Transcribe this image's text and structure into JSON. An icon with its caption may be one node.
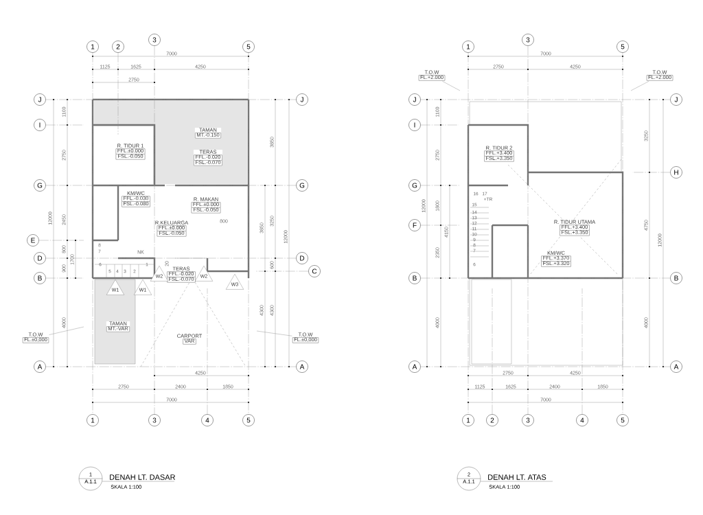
{
  "diagram": {
    "nodes": [
      {
        "text": [
          "1"
        ]
      },
      {
        "text": [
          "2"
        ]
      },
      {
        "text": [
          "3"
        ]
      },
      {
        "text": [
          "5"
        ]
      },
      {
        "text": [
          "J"
        ]
      },
      {
        "text": [
          "J"
        ]
      },
      {
        "text": [
          "I"
        ]
      },
      {
        "text": [
          "G"
        ]
      },
      {
        "text": [
          "G"
        ]
      },
      {
        "text": [
          "E"
        ]
      },
      {
        "text": [
          "D"
        ]
      },
      {
        "text": [
          "D"
        ]
      },
      {
        "text": [
          "C"
        ]
      },
      {
        "text": [
          "B"
        ]
      },
      {
        "text": [
          "A"
        ]
      },
      {
        "text": [
          "A"
        ]
      },
      {
        "text": [
          "1"
        ]
      },
      {
        "text": [
          "3"
        ]
      },
      {
        "text": [
          "4"
        ]
      },
      {
        "text": [
          "5"
        ]
      },
      {
        "text": [
          "TAMAN",
          "MT.-0.150"
        ]
      },
      {
        "text": [
          "TERAS",
          "FFL.-0.020",
          "FSL.-0.070"
        ]
      },
      {
        "text": [
          "R. TIDUR 1",
          "FFL.±0.000",
          "FSL.-0.050"
        ]
      },
      {
        "text": [
          "KM/WC",
          "FFL.-0.030",
          "FSL.-0.080"
        ]
      },
      {
        "text": [
          "R. MAKAN",
          "FFL.±0.000",
          "FSL.-0.050"
        ]
      },
      {
        "text": [
          "R.KELUARGA",
          "FFL.±0.000",
          "FSL.-0.050"
        ]
      },
      {
        "text": [
          "TERAS",
          "FFL.-0.020",
          "FSL.-0.070"
        ]
      },
      {
        "text": [
          "TAMAN",
          "MT.-VAR"
        ]
      },
      {
        "text": [
          "CARPORT",
          "VAR"
        ]
      },
      {
        "text": [
          "T.O.W",
          "FL.±0,000"
        ]
      },
      {
        "text": [
          "T.O.W",
          "FL.±0,000"
        ]
      },
      {
        "text": [
          "1"
        ]
      },
      {
        "text": [
          "3"
        ]
      },
      {
        "text": [
          "5"
        ]
      },
      {
        "text": [
          "J"
        ]
      },
      {
        "text": [
          "J"
        ]
      },
      {
        "text": [
          "I"
        ]
      },
      {
        "text": [
          "G"
        ]
      },
      {
        "text": [
          "H"
        ]
      },
      {
        "text": [
          "F"
        ]
      },
      {
        "text": [
          "B"
        ]
      },
      {
        "text": [
          "B"
        ]
      },
      {
        "text": [
          "A"
        ]
      },
      {
        "text": [
          "A"
        ]
      },
      {
        "text": [
          "1"
        ]
      },
      {
        "text": [
          "2"
        ]
      },
      {
        "text": [
          "3"
        ]
      },
      {
        "text": [
          "4"
        ]
      },
      {
        "text": [
          "5"
        ]
      },
      {
        "text": [
          "T.O.W",
          "FL.+2.000"
        ]
      },
      {
        "text": [
          "T.O.W",
          "FL.+2.000"
        ]
      },
      {
        "text": [
          "R. TIDUR 2",
          "FFL.+3.400",
          "FSL.+3.350"
        ]
      },
      {
        "text": [
          "R. TIDUR UTAMA",
          "FFL.+3.400",
          "FSL.+3.350"
        ]
      },
      {
        "text": [
          "KM/WC",
          "FFL.+3.370",
          "FSL.+3.320"
        ]
      },
      {
        "text": [
          "1",
          "A.1.1"
        ],
        "beside": [
          "DENAH LT. DASAR",
          "SKALA 1:100"
        ]
      },
      {
        "text": [
          "2",
          "A.1.1"
        ],
        "beside": [
          "DENAH LT. ATAS",
          "SKALA 1:100"
        ]
      }
    ],
    "edges": [
      {
        "from": 0,
        "to": 16,
        "arrow": "none",
        "style": "dashed"
      },
      {
        "from": 2,
        "to": 17,
        "arrow": "none",
        "style": "dashed"
      },
      {
        "from": 3,
        "to": 19,
        "arrow": "none",
        "style": "dashed"
      },
      {
        "from": 1,
        "to": null,
        "arrow": "none",
        "style": "dashed"
      },
      {
        "from": 18,
        "to": null,
        "arrow": "none",
        "style": "dashed"
      },
      {
        "from": 4,
        "to": 5,
        "arrow": "none",
        "style": "dashed"
      },
      {
        "from": 7,
        "to": 8,
        "arrow": "none",
        "style": "dashed"
      },
      {
        "from": 10,
        "to": 11,
        "arrow": "none",
        "style": "dashed"
      },
      {
        "from": 14,
        "to": 15,
        "arrow": "none",
        "style": "dashed"
      },
      {
        "from": 6,
        "to": null,
        "arrow": "none",
        "style": "dashed"
      },
      {
        "from": 9,
        "to": null,
        "arrow": "none",
        "style": "dashed"
      },
      {
        "from": 13,
        "to": null,
        "arrow": "none",
        "style": "dashed"
      },
      {
        "from": 12,
        "to": null,
        "arrow": "none",
        "style": "dashed"
      },
      {
        "from": 29,
        "to": null,
        "arrow": "none"
      },
      {
        "from": 30,
        "to": null,
        "arrow": "none"
      },
      {
        "from": 31,
        "to": 44,
        "arrow": "none",
        "style": "dashed"
      },
      {
        "from": 32,
        "to": 46,
        "arrow": "none",
        "style": "dashed"
      },
      {
        "from": 33,
        "to": 48,
        "arrow": "none",
        "style": "dashed"
      },
      {
        "from": 45,
        "to": null,
        "arrow": "none",
        "style": "dashed"
      },
      {
        "from": 47,
        "to": null,
        "arrow": "none",
        "style": "dashed"
      },
      {
        "from": 34,
        "to": 35,
        "arrow": "none",
        "style": "dashed"
      },
      {
        "from": 40,
        "to": 41,
        "arrow": "none",
        "style": "dashed"
      },
      {
        "from": 42,
        "to": 43,
        "arrow": "none",
        "style": "dashed"
      },
      {
        "from": 36,
        "to": null,
        "arrow": "none",
        "style": "dashed"
      },
      {
        "from": 37,
        "to": null,
        "arrow": "none",
        "style": "dashed"
      },
      {
        "from": 39,
        "to": null,
        "arrow": "none",
        "style": "dashed"
      },
      {
        "from": 38,
        "to": null,
        "arrow": "none",
        "style": "dashed"
      },
      {
        "from": 49,
        "to": null,
        "arrow": "none"
      },
      {
        "from": 50,
        "to": null,
        "arrow": "none"
      }
    ],
    "labels": [
      "7000",
      "1125",
      "1625",
      "4250",
      "2750",
      "12000",
      "1100",
      "2750",
      "2450",
      "800",
      "1700",
      "900",
      "4000",
      "3850",
      "3850",
      "3250",
      "12000",
      "600",
      "4300",
      "4300",
      "800",
      "NK",
      "8",
      "7",
      "6",
      "5",
      "4",
      "3",
      "2",
      "1",
      "20",
      "W2",
      "W2",
      "W1",
      "W1",
      "W3",
      "4250",
      "2750",
      "2400",
      "1850",
      "7000",
      "7000",
      "2750",
      "4250",
      "12000",
      "1100",
      "2750",
      "1800",
      "4150",
      "2350",
      "4000",
      "3250",
      "4750",
      "12000",
      "4000",
      "16",
      "17",
      "+TR",
      "15",
      "14",
      "13",
      "12",
      "11",
      "10",
      "9",
      "8",
      "7",
      "6",
      "2750",
      "4250",
      "1125",
      "1625",
      "2400",
      "1850",
      "7000"
    ]
  }
}
